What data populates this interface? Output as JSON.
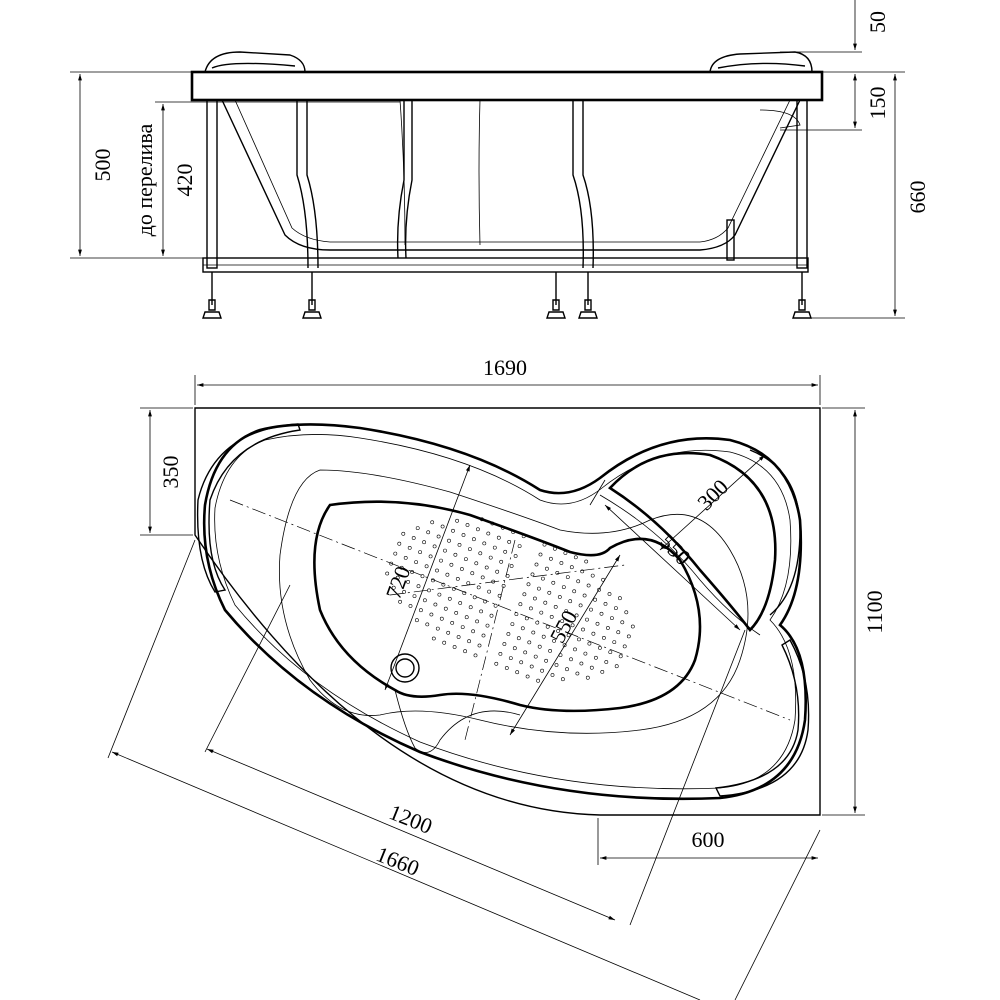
{
  "side_view": {
    "dim_total_height_to_rim": "500",
    "dim_to_overflow": "420",
    "overflow_note": "до перелива",
    "dim_headrest": "50",
    "dim_overflow_offset": "150",
    "dim_total_height": "660"
  },
  "plan_view": {
    "dim_length": "1690",
    "dim_width": "1100",
    "dim_left_edge": "350",
    "dim_bottom_edge": "600",
    "dim_inner_diag": "1200",
    "dim_outer_diag": "1660",
    "dim_bowl_length": "720",
    "dim_bowl_width": "550",
    "dim_seat_length": "550",
    "dim_seat_width": "300"
  }
}
